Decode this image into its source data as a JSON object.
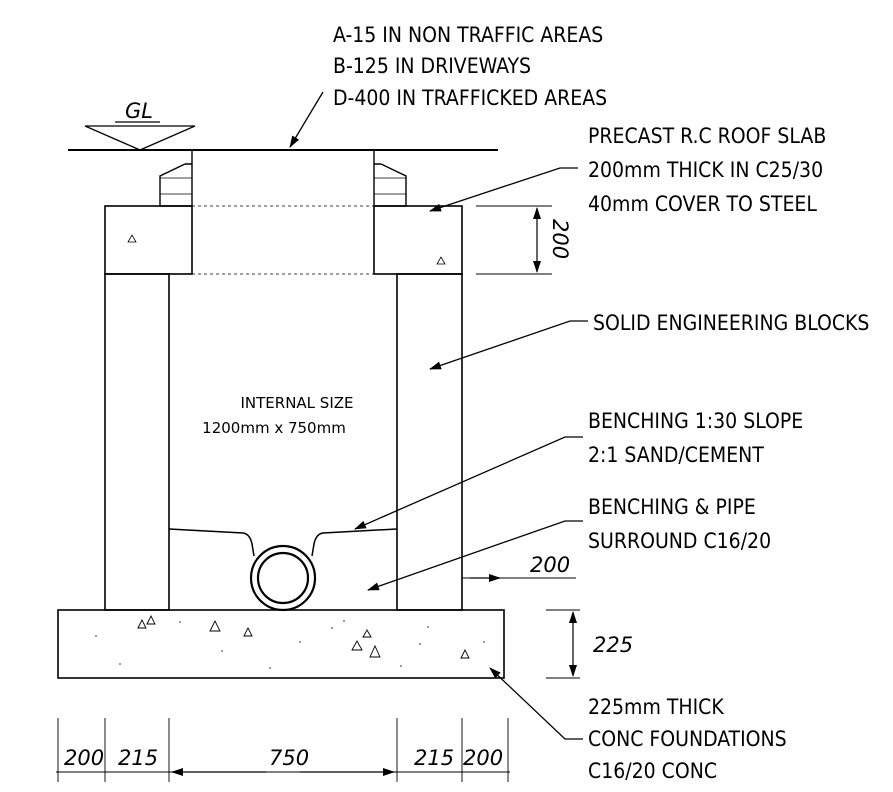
{
  "notes": {
    "cover_classes": [
      "A-15 IN NON TRAFFIC AREAS",
      "B-125 IN DRIVEWAYS",
      "D-400 IN TRAFFICKED AREAS"
    ],
    "roof_slab": [
      "PRECAST R.C ROOF SLAB",
      "200mm THICK IN C25/30",
      "40mm COVER TO STEEL"
    ],
    "blocks": "SOLID ENGINEERING BLOCKS",
    "benching_slope": [
      "BENCHING 1:30 SLOPE",
      "2:1 SAND/CEMENT"
    ],
    "benching_surround": [
      "BENCHING & PIPE",
      "SURROUND C16/20"
    ],
    "foundation": [
      "225mm THICK",
      "CONC FOUNDATIONS",
      "C16/20 CONC"
    ]
  },
  "ground_level": "GL",
  "internal_size": {
    "title": "INTERNAL SIZE",
    "value": "1200mm x 750mm"
  },
  "dimensions": {
    "slab_thickness": "200",
    "wall_thickness": "200",
    "foundation_thickness": "225",
    "bottom": [
      "200",
      "215",
      "750",
      "215",
      "200"
    ]
  }
}
